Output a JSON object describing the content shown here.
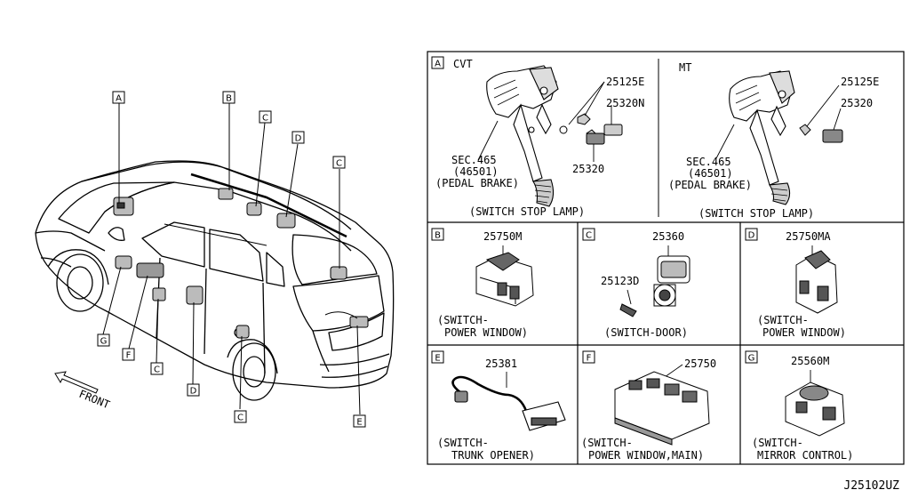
{
  "diagram_ref": "J25102UZ",
  "car_tags": [
    "A",
    "B",
    "C",
    "D",
    "C",
    "C",
    "D",
    "C",
    "E",
    "F",
    "G"
  ],
  "front_label": "FRONT",
  "panels": {
    "A": {
      "tag": "A",
      "cvt": {
        "title": "CVT",
        "parts": [
          "25125E",
          "25320N",
          "25320"
        ],
        "sec": "SEC.465",
        "sec_code": "(46501)",
        "sec_name": "(PEDAL BRAKE)",
        "caption": "(SWITCH STOP LAMP)"
      },
      "mt": {
        "title": "MT",
        "parts": [
          "25125E",
          "25320"
        ],
        "sec": "SEC.465",
        "sec_code": "(46501)",
        "sec_name": "(PEDAL BRAKE)",
        "caption": "(SWITCH STOP LAMP)"
      }
    },
    "B": {
      "tag": "B",
      "part": "25750M",
      "caption1": "(SWITCH-",
      "caption2": "POWER WINDOW)"
    },
    "C": {
      "tag": "C",
      "part": "25360",
      "part2": "25123D",
      "caption1": "(SWITCH-DOOR)"
    },
    "D": {
      "tag": "D",
      "part": "25750MA",
      "caption1": "(SWITCH-",
      "caption2": "POWER WINDOW)"
    },
    "E": {
      "tag": "E",
      "part": "25381",
      "caption1": "(SWITCH-",
      "caption2": "TRUNK OPENER)"
    },
    "F": {
      "tag": "F",
      "part": "25750",
      "caption1": "(SWITCH-",
      "caption2": "POWER WINDOW,MAIN)"
    },
    "G": {
      "tag": "G",
      "part": "25560M",
      "caption1": "(SWITCH-",
      "caption2": "MIRROR CONTROL)"
    }
  }
}
